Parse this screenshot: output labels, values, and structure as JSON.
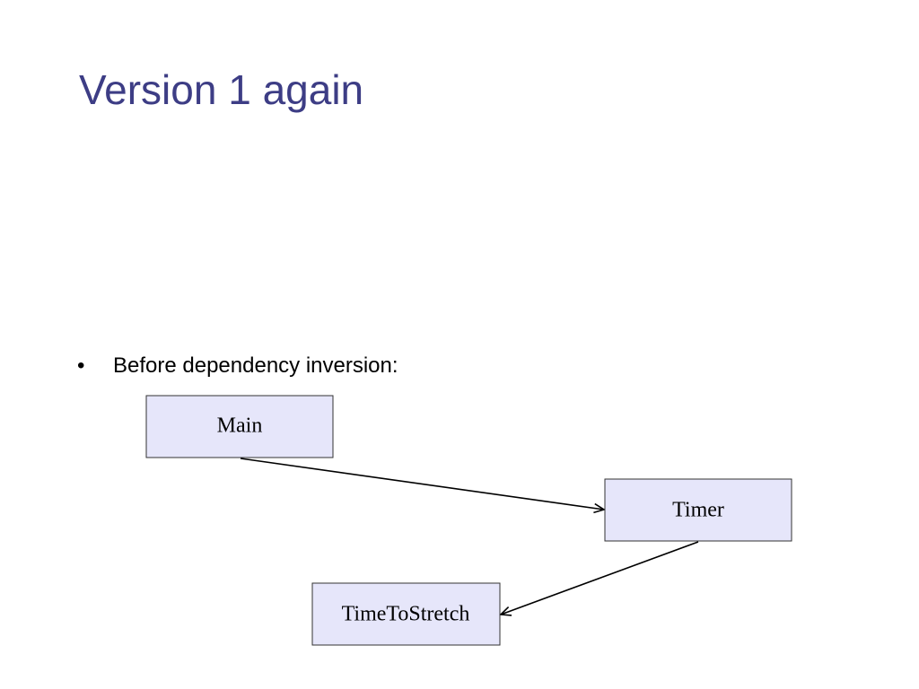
{
  "slide": {
    "title": "Version 1 again",
    "bullet_marker": "•",
    "bullet_text": "Before dependency inversion:"
  },
  "diagram": {
    "nodes": [
      {
        "id": "main",
        "label": "Main"
      },
      {
        "id": "timer",
        "label": "Timer"
      },
      {
        "id": "timetostretch",
        "label": "TimeToStretch"
      }
    ],
    "edges": [
      {
        "from": "main",
        "to": "timer"
      },
      {
        "from": "timer",
        "to": "timetostretch"
      }
    ],
    "colors": {
      "title": "#3d3d85",
      "node_fill": "#e6e6fa",
      "node_stroke": "#333333"
    }
  }
}
